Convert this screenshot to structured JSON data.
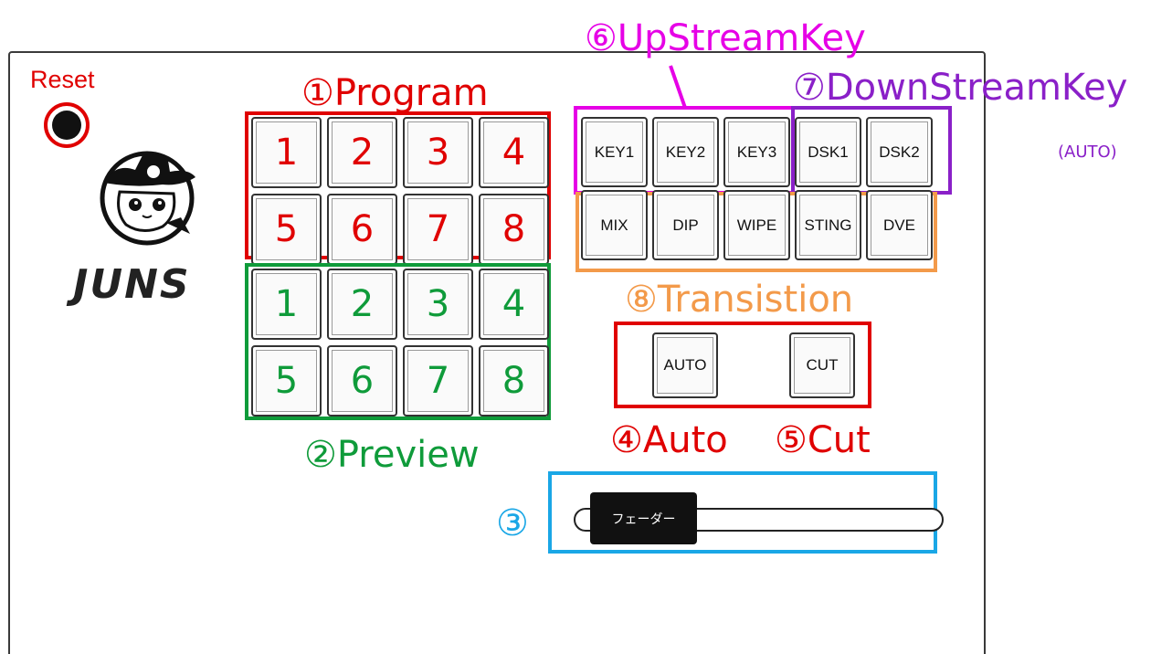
{
  "colors": {
    "program": "#e00000",
    "preview": "#0f9b3a",
    "upstream": "#e600e6",
    "downstream": "#8a20c8",
    "transition": "#f39a4a",
    "auto_cut": "#e00000",
    "fader": "#1aa7e6"
  },
  "reset": {
    "label": "Reset"
  },
  "logo": {
    "text": "JUNS",
    "icon": "cowboy-cat-logo"
  },
  "labels": {
    "program": "①Program",
    "preview": "②Preview",
    "fader": "③",
    "auto": "④Auto",
    "cut": "⑤Cut",
    "upstream": "⑥UpStreamKey",
    "downstream": "⑦DownStreamKey",
    "downstream_note": "(AUTO)",
    "transition": "⑧Transistion"
  },
  "program_buttons": [
    "1",
    "2",
    "3",
    "4",
    "5",
    "6",
    "7",
    "8"
  ],
  "preview_buttons": [
    "1",
    "2",
    "3",
    "4",
    "5",
    "6",
    "7",
    "8"
  ],
  "key_buttons": [
    "KEY1",
    "KEY2",
    "KEY3",
    "DSK1",
    "DSK2"
  ],
  "transition_buttons": [
    "MIX",
    "DIP",
    "WIPE",
    "STING",
    "DVE"
  ],
  "auto_button": "AUTO",
  "cut_button": "CUT",
  "fader": {
    "label": "フェーダー"
  }
}
